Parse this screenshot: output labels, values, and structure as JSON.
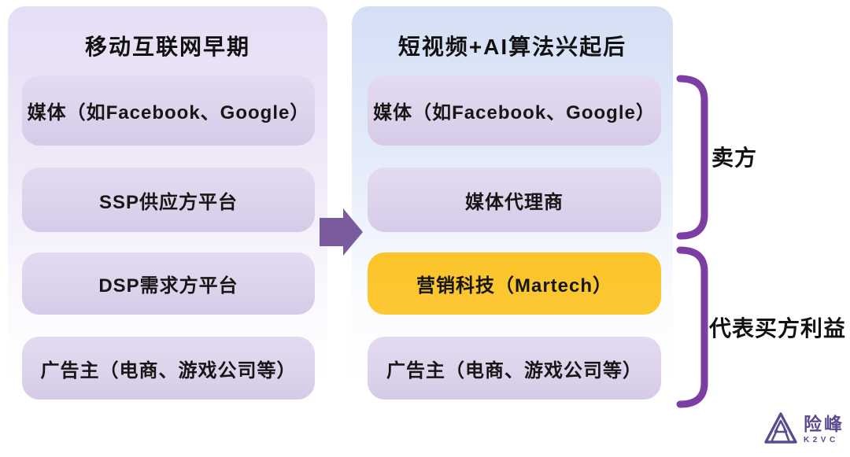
{
  "left_panel": {
    "title": "移动互联网早期",
    "boxes": [
      {
        "label": "媒体（如Facebook、Google）",
        "highlight": false
      },
      {
        "label": "SSP供应方平台",
        "highlight": false
      },
      {
        "label": "DSP需求方平台",
        "highlight": false
      },
      {
        "label": "广告主（电商、游戏公司等）",
        "highlight": false
      }
    ]
  },
  "right_panel": {
    "title": "短视频+AI算法兴起后",
    "boxes": [
      {
        "label": "媒体（如Facebook、Google）",
        "highlight": false
      },
      {
        "label": "媒体代理商",
        "highlight": false
      },
      {
        "label": "营销科技（Martech）",
        "highlight": true
      },
      {
        "label": "广告主（电商、游戏公司等）",
        "highlight": false
      }
    ]
  },
  "annotations": {
    "seller_group_label": "卖方",
    "buyer_group_label": "代表买方利益"
  },
  "logo": {
    "name": "险峰",
    "subtext": "K2VC"
  },
  "colors": {
    "panel_left_top": "#e6def5",
    "panel_right_top": "#d4dff6",
    "box_purple": "#ddd3ec",
    "box_yellow": "#fbc62c",
    "arrow_purple": "#7a5b9e",
    "bracket_purple": "#7c3ea3",
    "logo_purple": "#5b4b93",
    "text": "#111111"
  }
}
